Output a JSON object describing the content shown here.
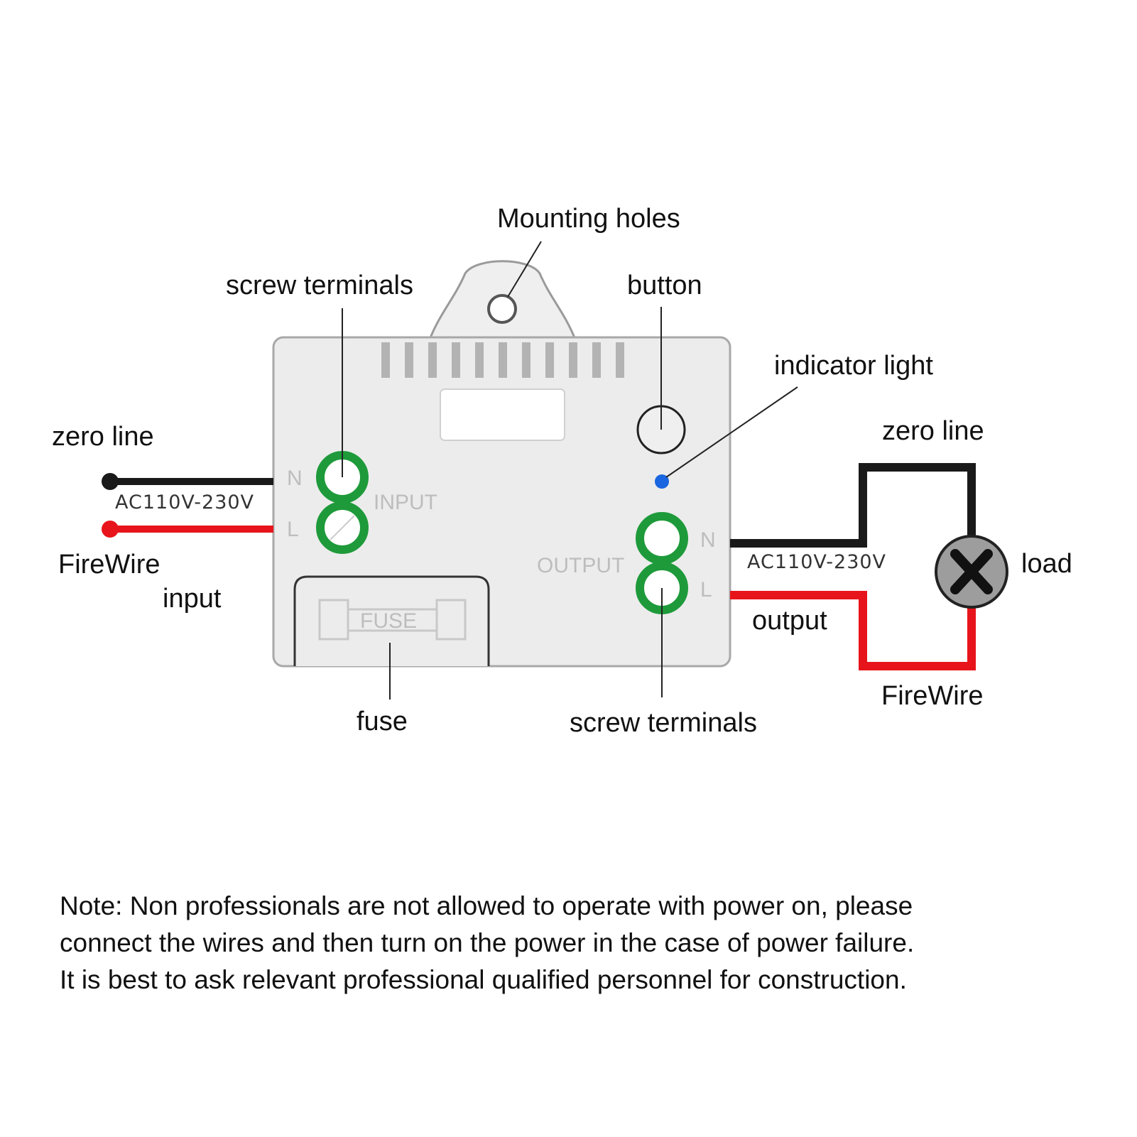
{
  "labels": {
    "mounting_holes": "Mounting holes",
    "screw_terminals_top": "screw terminals",
    "button": "button",
    "indicator_light": "indicator light",
    "zero_line_left": "zero line",
    "voltage_left": "AC110V-230V",
    "firewire_left": "FireWire",
    "input": "input",
    "zero_line_right": "zero line",
    "voltage_right": "AC110V-230V",
    "load": "load",
    "output": "output",
    "firewire_right": "FireWire",
    "fuse": "fuse",
    "screw_terminals_bottom": "screw terminals"
  },
  "device": {
    "terminal_n_left": "N",
    "terminal_l_left": "L",
    "input_mark": "INPUT",
    "terminal_n_right": "N",
    "terminal_l_right": "L",
    "output_mark": "OUTPUT",
    "fuse_mark": "FUSE"
  },
  "note": {
    "line1": "Note: Non professionals are not allowed to operate with power on, please",
    "line2": "connect the wires and then turn on the power in the case of power failure.",
    "line3": "It is best to ask relevant professional qualified personnel for construction."
  },
  "colors": {
    "neutral_wire": "#1a1a1a",
    "live_wire": "#e8141b",
    "terminal": "#1e9a3a",
    "indicator": "#1a66e0",
    "device_body": "#ececec"
  }
}
